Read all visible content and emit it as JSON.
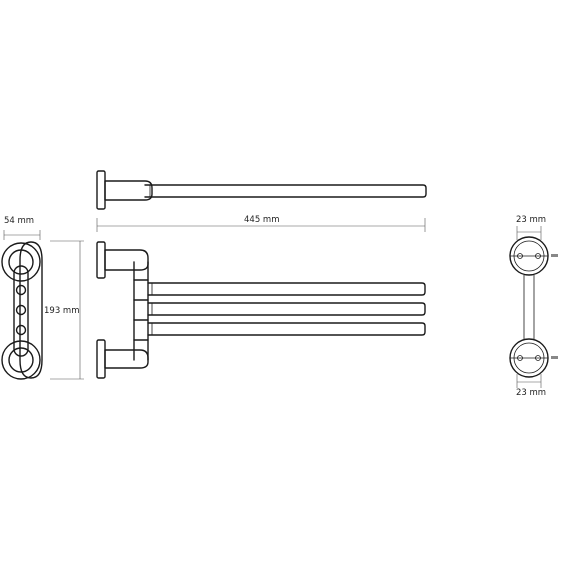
{
  "dimensions": {
    "width_left": "54 mm",
    "length": "445 mm",
    "height": "193 mm",
    "mount_top": "23 mm",
    "mount_bottom": "23 mm"
  }
}
